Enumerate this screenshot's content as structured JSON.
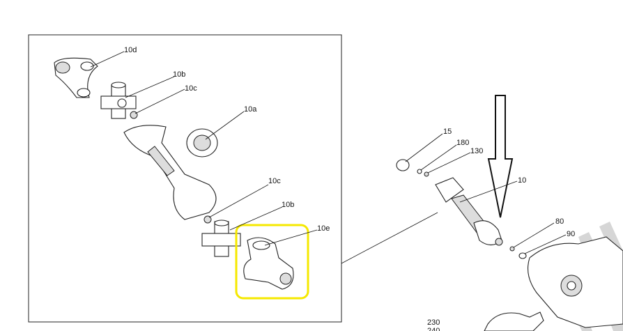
{
  "diagram": {
    "inset_labels": [
      "10d",
      "10b",
      "10c",
      "10a",
      "10c",
      "10b",
      "10e"
    ],
    "main_labels": [
      "15",
      "180",
      "130",
      "10",
      "80",
      "90",
      "230",
      "240"
    ],
    "highlight_color": "#f5e800",
    "highlighted_part": "10e"
  }
}
